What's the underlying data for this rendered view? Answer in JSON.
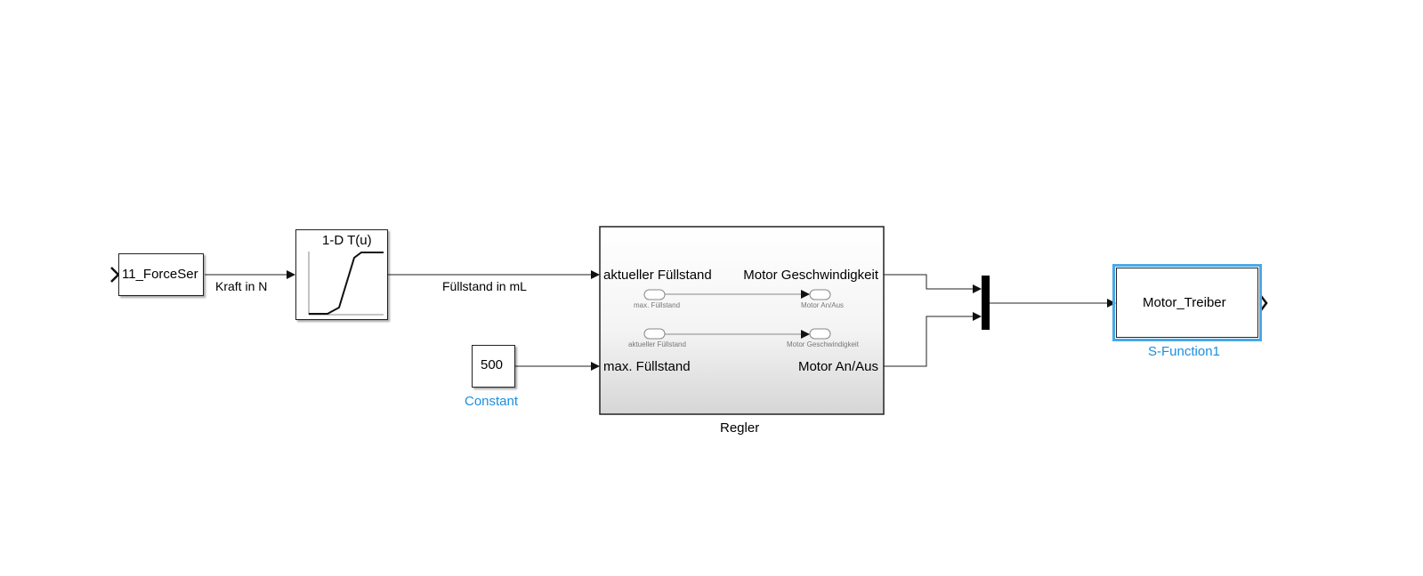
{
  "blocks": {
    "force_sensor": {
      "name": "11_ForceSer"
    },
    "lookup": {
      "name": "1-D T(u)"
    },
    "constant": {
      "value": "500",
      "label": "Constant"
    },
    "regler": {
      "label": "Regler",
      "in1": "aktueller Füllstand",
      "in2": "max. Füllstand",
      "out1": "Motor Geschwindigkeit",
      "out2": "Motor An/Aus",
      "inner": {
        "row1_left": "max. Füllstand",
        "row1_right": "Motor An/Aus",
        "row2_left": "aktueller Füllstand",
        "row2_right": "Motor Geschwindigkeit"
      }
    },
    "sfunction": {
      "name": "Motor_Treiber",
      "label": "S-Function1"
    }
  },
  "signals": {
    "kraft": "Kraft in N",
    "fuellstand": "Füllstand in mL"
  },
  "colors": {
    "selection": "#4aa8e8",
    "label_blue": "#1a8fe0",
    "line": "#222222"
  }
}
